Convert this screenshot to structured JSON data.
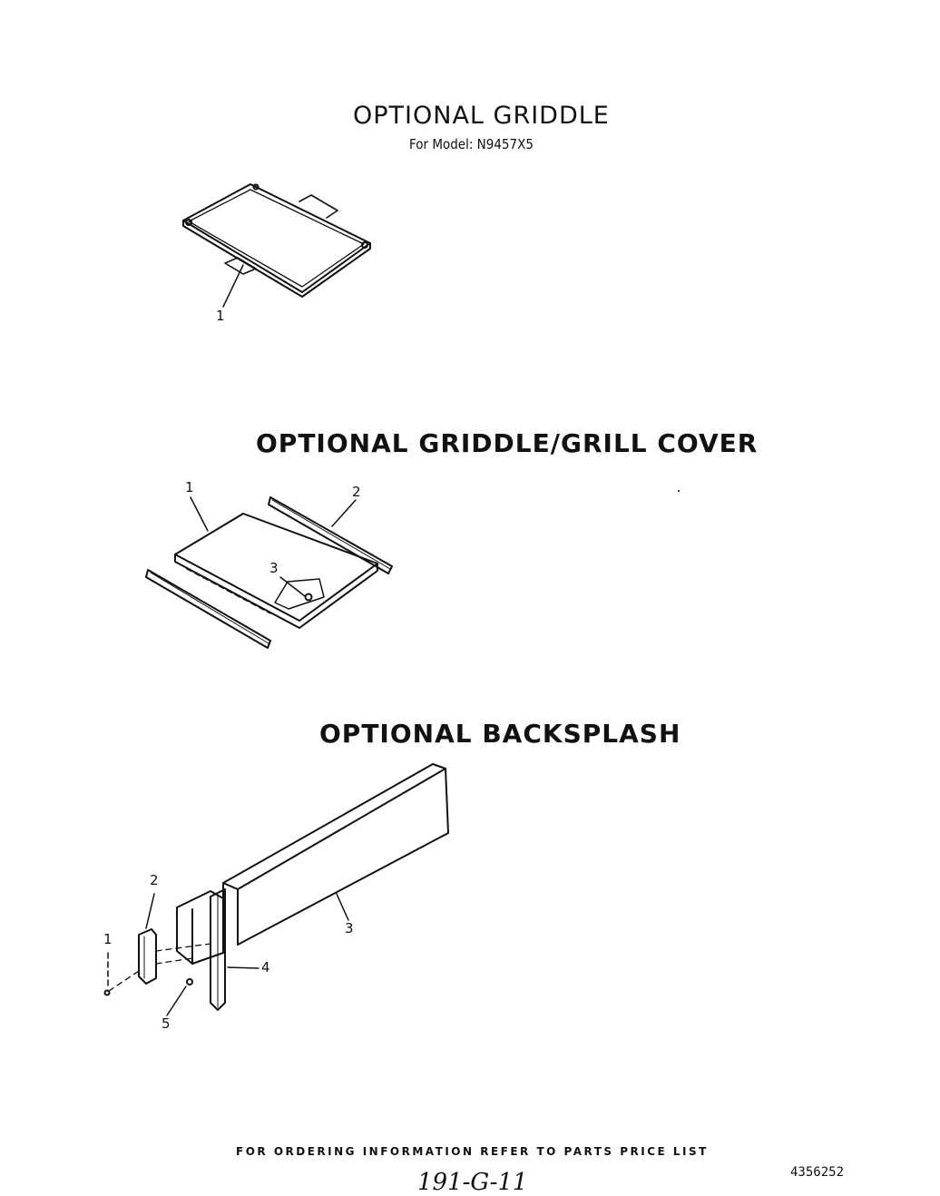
{
  "sections": {
    "griddle": {
      "title": "OPTIONAL GRIDDLE",
      "subtitle": "For Model: N9457X5",
      "callouts": [
        "1"
      ]
    },
    "cover": {
      "title": "OPTIONAL GRIDDLE/GRILL COVER",
      "callouts": [
        "1",
        "2",
        "3"
      ]
    },
    "backsplash": {
      "title": "OPTIONAL BACKSPLASH",
      "callouts": [
        "1",
        "2",
        "3",
        "4",
        "5"
      ]
    }
  },
  "footer": {
    "note": "FOR ORDERING INFORMATION REFER TO PARTS PRICE LIST",
    "handwritten": "191-G-11",
    "part_number": "4356252"
  }
}
